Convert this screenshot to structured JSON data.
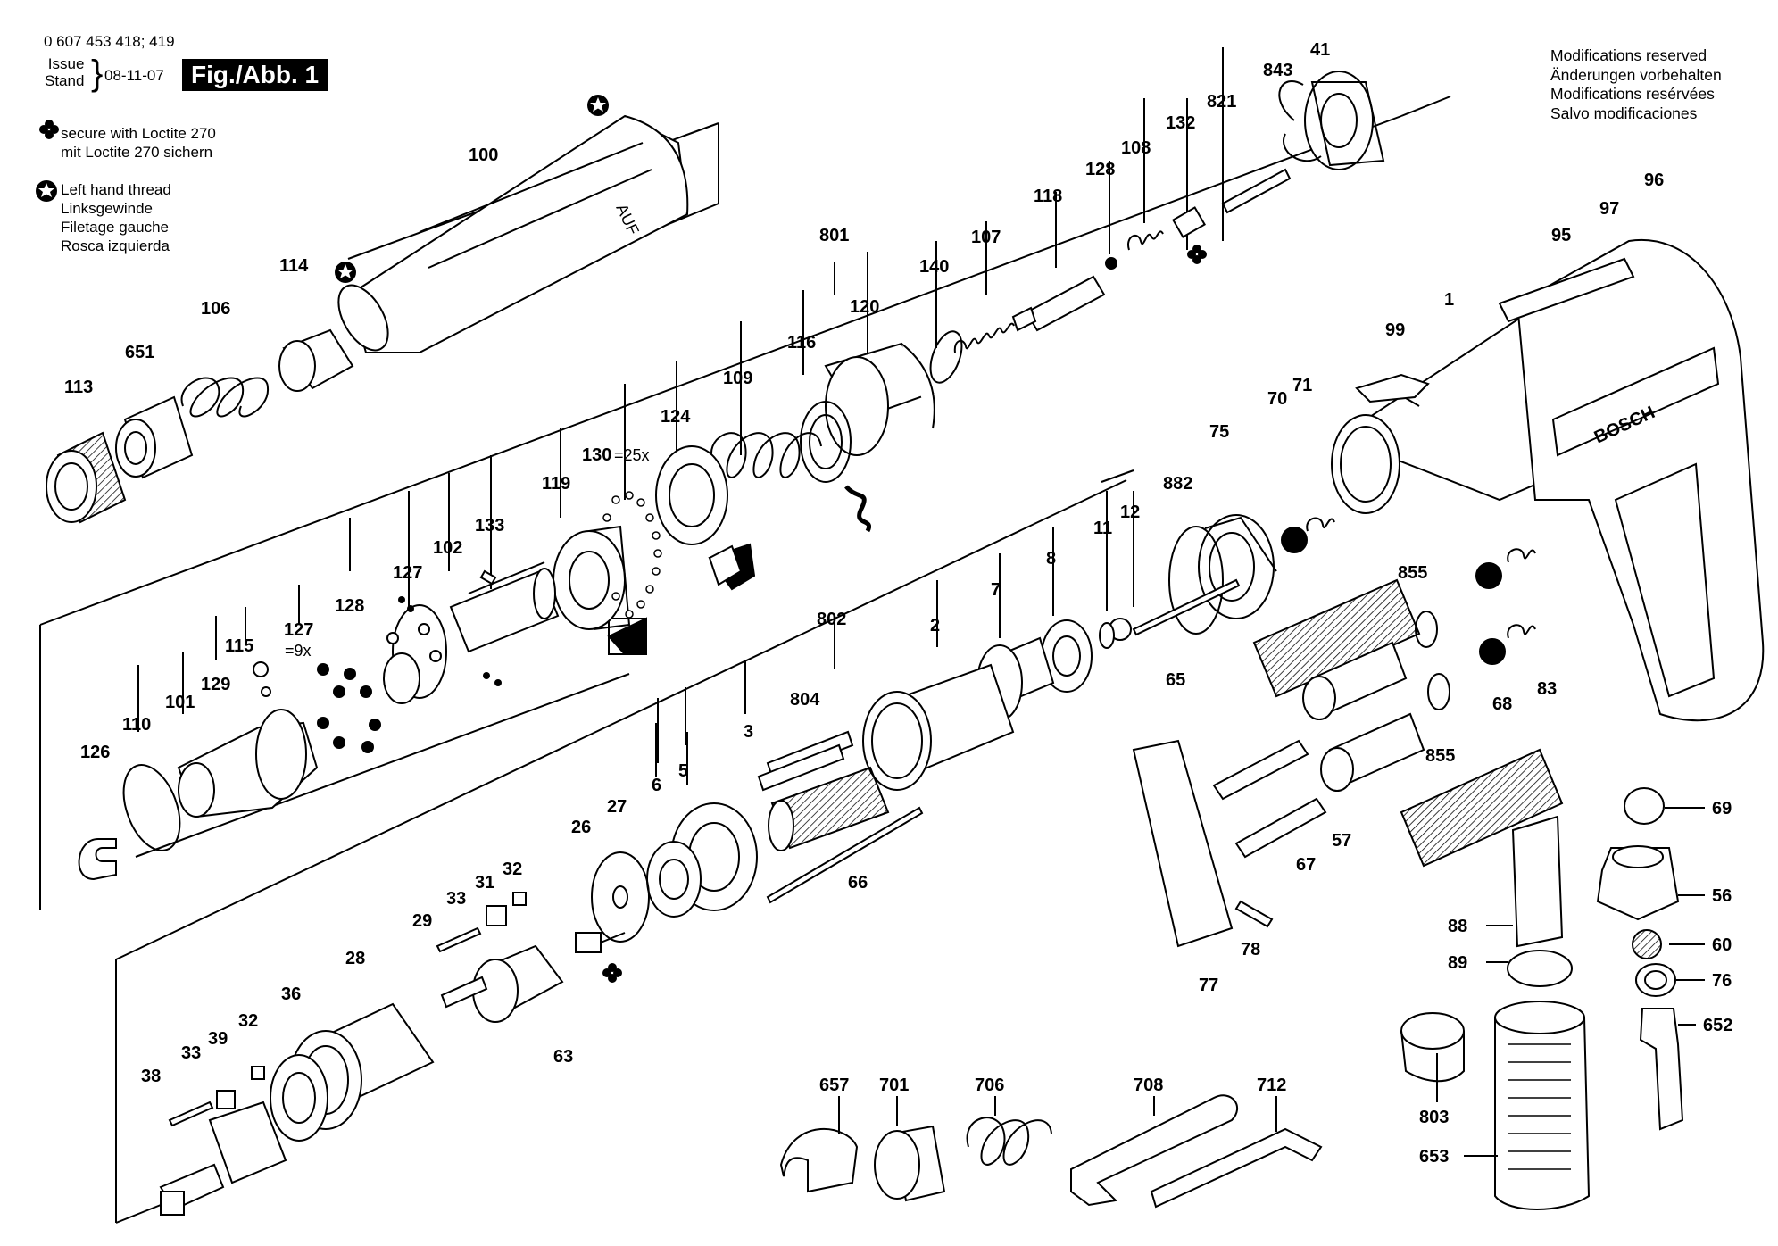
{
  "header": {
    "doc_number": "0 607 453 418; 419",
    "issue_label": "Issue",
    "stand_label": "Stand",
    "date": "08-11-07",
    "figure_label": "Fig./Abb. 1"
  },
  "legend": {
    "loctite": [
      "secure with Loctite 270",
      "mit Loctite 270 sichern"
    ],
    "left_hand_thread": [
      "Left hand thread",
      "Linksgewinde",
      "Filetage gauche",
      "Rosca izquierda"
    ]
  },
  "modifications": [
    "Modifications reserved",
    "Änderungen vorbehalten",
    "Modifications resérvées",
    "Salvo modificaciones"
  ],
  "brand": "BOSCH",
  "aux_labels": {
    "auf": "AUF",
    "qty_130": "=25x",
    "qty_127": "=9x"
  },
  "part_numbers": [
    "0 607 453 418",
    "0 607 453 419"
  ],
  "callouts": {
    "p41": "41",
    "p843": "843",
    "p821": "821",
    "p132": "132",
    "p108": "108",
    "p128a": "128",
    "p118": "118",
    "p107": "107",
    "p140": "140",
    "p120": "120",
    "p801": "801",
    "p116": "116",
    "p109": "109",
    "p124": "124",
    "p130": "130",
    "p119": "119",
    "p133": "133",
    "p102": "102",
    "p127a": "127",
    "p128b": "128",
    "p127b": "127",
    "p115": "115",
    "p129": "129",
    "p101": "101",
    "p110": "110",
    "p126": "126",
    "p113": "113",
    "p651": "651",
    "p106": "106",
    "p114": "114",
    "p100": "100",
    "p96": "96",
    "p97": "97",
    "p95": "95",
    "p99": "99",
    "p1": "1",
    "p70": "70",
    "p71": "71",
    "p75": "75",
    "p882": "882",
    "p12": "12",
    "p11": "11",
    "p8": "8",
    "p7": "7",
    "p2": "2",
    "p802": "802",
    "p804": "804",
    "p3": "3",
    "p5": "5",
    "p6": "6",
    "p27": "27",
    "p26": "26",
    "p32a": "32",
    "p31": "31",
    "p33a": "33",
    "p29": "29",
    "p28": "28",
    "p36": "36",
    "p32b": "32",
    "p39": "39",
    "p33b": "33",
    "p38": "38",
    "p63": "63",
    "p66": "66",
    "p65": "65",
    "p855a": "855",
    "p855b": "855",
    "p57": "57",
    "p67": "67",
    "p77": "77",
    "p78": "78",
    "p68": "68",
    "p83": "83",
    "p69": "69",
    "p56": "56",
    "p60": "60",
    "p76": "76",
    "p652": "652",
    "p88": "88",
    "p89": "89",
    "p803": "803",
    "p653": "653",
    "p657": "657",
    "p701": "701",
    "p706": "706",
    "p708": "708",
    "p712": "712"
  },
  "colors": {
    "ink": "#000000",
    "paper": "#ffffff",
    "shade": "#d9d9d9"
  }
}
